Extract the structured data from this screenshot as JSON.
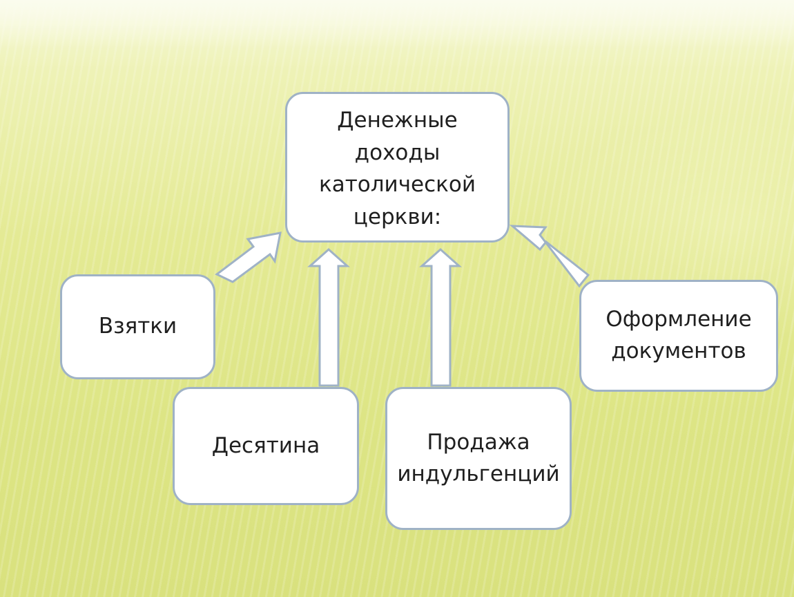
{
  "diagram": {
    "center": {
      "text": "Денежные\nдоходы\nкатолической\nцеркви:"
    },
    "sources": [
      {
        "id": "bribes",
        "text": "Взятки"
      },
      {
        "id": "tithe",
        "text": "Десятина"
      },
      {
        "id": "indulgences",
        "text": "Продажа\nиндульгенций"
      },
      {
        "id": "documents",
        "text": "Оформление\nдокументов"
      }
    ]
  },
  "colors": {
    "box_border": "#9fb2c6",
    "box_fill": "#ffffff",
    "arrow_fill": "#ffffff",
    "arrow_stroke": "#9fb2c6",
    "background": "#e4ea94"
  }
}
